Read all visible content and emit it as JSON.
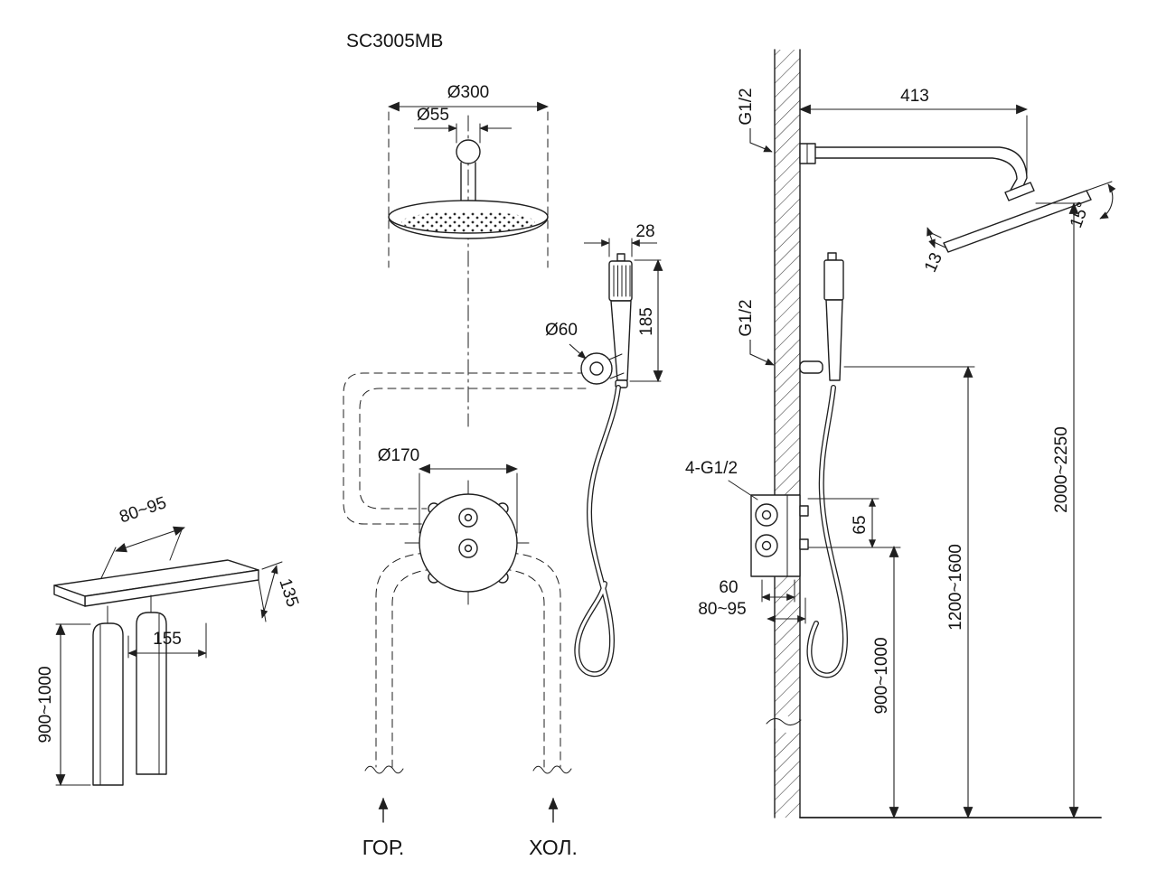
{
  "title": "SC3005MB",
  "front_view": {
    "dim_head_diameter": "Ø300",
    "dim_connector_diameter": "Ø55",
    "dim_handshower_width": "28",
    "dim_handshower_length": "185",
    "dim_holder_diameter": "Ø60",
    "dim_mixer_diameter": "Ø170",
    "label_hot": "ГОР.",
    "label_cold": "ХОЛ."
  },
  "bracket_view": {
    "dim_wall_distance": "80~95",
    "dim_arm_depth": "135",
    "dim_leg_spacing": "155",
    "dim_height": "900~1000"
  },
  "side_view": {
    "label_thread_top": "G1/2",
    "dim_arm_length": "413",
    "dim_head_angle": "15°",
    "dim_head_thickness": "13",
    "label_thread_mid": "G1/2",
    "label_thread_mixer": "4-G1/2",
    "dim_outlet_spacing": "65",
    "dim_mixer_width": "60",
    "dim_wall_depth": "80~95",
    "dim_mixer_height": "900~1000",
    "dim_holder_height": "1200~1600",
    "dim_head_height": "2000~2250"
  }
}
